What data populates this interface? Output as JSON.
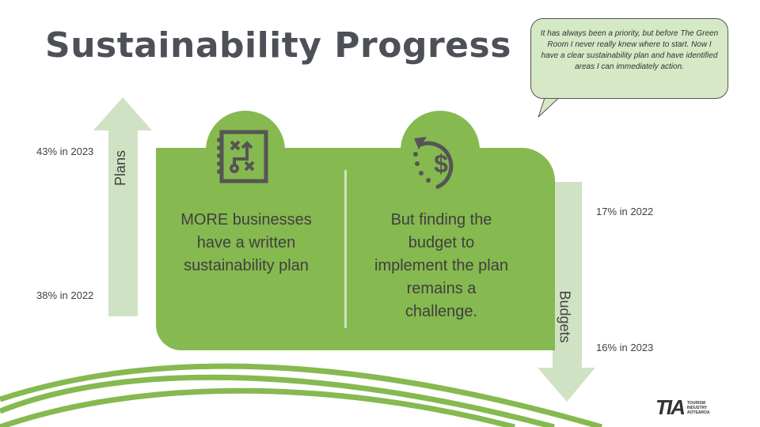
{
  "title": "Sustainability Progress",
  "plans": {
    "label": "Plans",
    "value_2023": "43% in 2023",
    "value_2022": "38% in 2022"
  },
  "budgets": {
    "label": "Budgets",
    "value_2022": "17% in 2022",
    "value_2023": "16% in 2023"
  },
  "panel_left": "MORE businesses have a written sustainability plan",
  "panel_right": "But finding the budget to implement the plan remains a challenge.",
  "quote": "It has always been a priority, but before The Green Room I never really knew where to start. Now I have a clear sustainability plan and have identified areas I can immediately action.",
  "logo": {
    "mark": "TIA",
    "line1": "TOURISM",
    "line2": "INDUSTRY",
    "line3": "AOTEAROA"
  },
  "colors": {
    "green": "#86b950",
    "light_green": "#d0e2c4",
    "text": "#404040"
  }
}
